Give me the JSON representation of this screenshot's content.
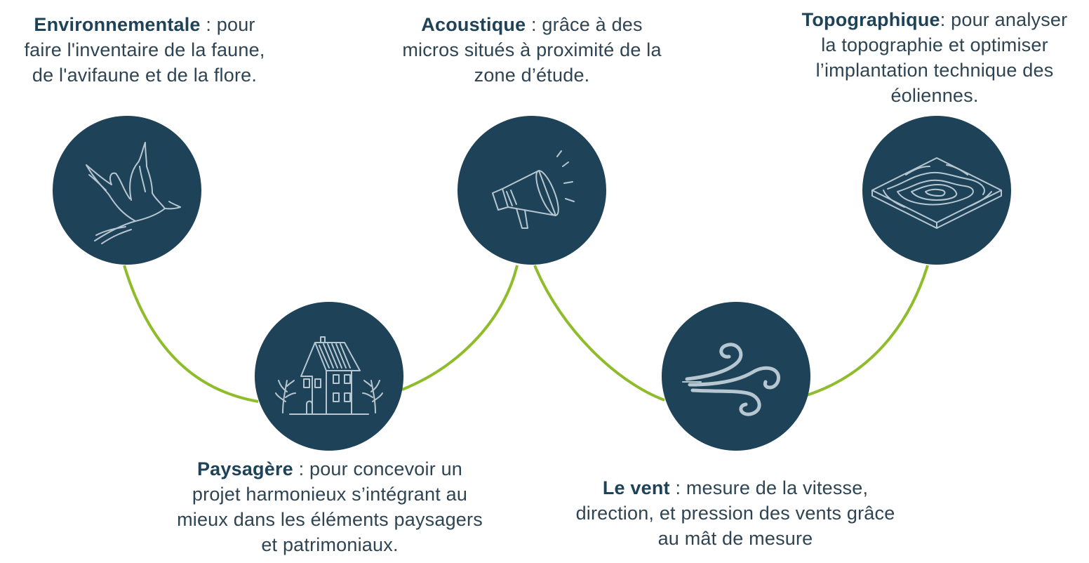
{
  "colors": {
    "circle": "#1e4257",
    "connector": "#8fbc2b",
    "icon_stroke": "#b7c7d1",
    "title": "#1e4257",
    "text": "#2f4453"
  },
  "items": [
    {
      "icon": "bird-icon",
      "title": "Environnementale",
      "separator": " : ",
      "lines": [
        "pour",
        "faire l'inventaire de la faune,",
        "de l'avifaune et de la flore."
      ]
    },
    {
      "icon": "house-icon",
      "title": "Paysagère",
      "separator": " : ",
      "lines": [
        "pour concevoir un",
        "projet harmonieux s’intégrant au",
        "mieux dans les éléments paysagers",
        "et patrimoniaux."
      ]
    },
    {
      "icon": "megaphone-icon",
      "title": "Acoustique",
      "separator": " : ",
      "lines": [
        "grâce à des",
        "micros situés à proximité de la",
        "zone d’étude."
      ]
    },
    {
      "icon": "wind-icon",
      "title": "Le vent",
      "separator": " : ",
      "lines": [
        "mesure de la vitesse,",
        "direction, et pression des vents grâce",
        "au mât de mesure"
      ]
    },
    {
      "icon": "topographic-map-icon",
      "title": "Topographique",
      "separator": ": ",
      "lines": [
        "pour analyser",
        "la topographie et optimiser",
        "l’implantation technique des",
        "éoliennes."
      ]
    }
  ]
}
